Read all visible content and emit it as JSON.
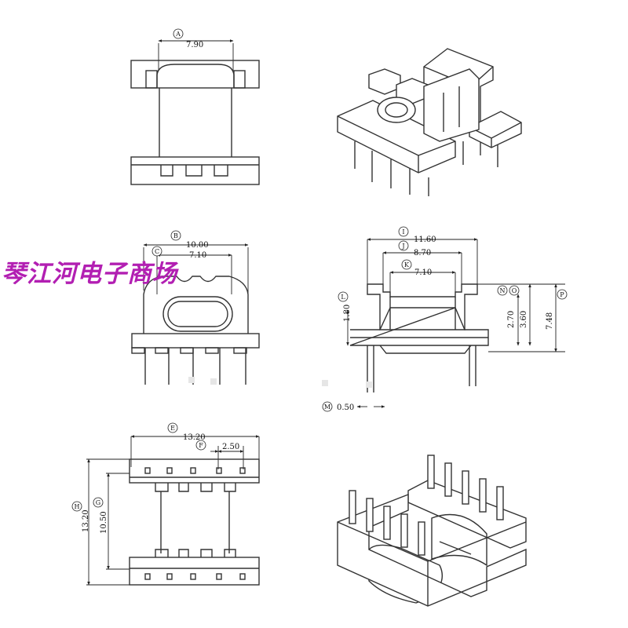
{
  "watermark": "琴江河电子商场",
  "views": {
    "top_front": {
      "markers": [
        {
          "letter": "A",
          "value": "7.90"
        }
      ]
    },
    "mid_front": {
      "markers": [
        {
          "letter": "B",
          "value": "10.00"
        },
        {
          "letter": "C",
          "value": "7.10"
        }
      ]
    },
    "side": {
      "markers": [
        {
          "letter": "I",
          "value": "11.60"
        },
        {
          "letter": "J",
          "value": "8.70"
        },
        {
          "letter": "K",
          "value": "7.10"
        },
        {
          "letter": "L",
          "value": "1.80"
        },
        {
          "letter": "M",
          "value": "0.50"
        },
        {
          "letter": "N",
          "value": "2.70"
        },
        {
          "letter": "O",
          "value": "3.60"
        },
        {
          "letter": "P",
          "value": "7.48"
        }
      ]
    },
    "bottom": {
      "markers": [
        {
          "letter": "E",
          "value": "13.20"
        },
        {
          "letter": "F",
          "value": "2.50"
        },
        {
          "letter": "H",
          "value": "13.20"
        },
        {
          "letter": "G",
          "value": "10.50"
        }
      ]
    }
  },
  "colors": {
    "lines": "#333333",
    "watermark": "#b21fb2",
    "background": "#ffffff"
  }
}
